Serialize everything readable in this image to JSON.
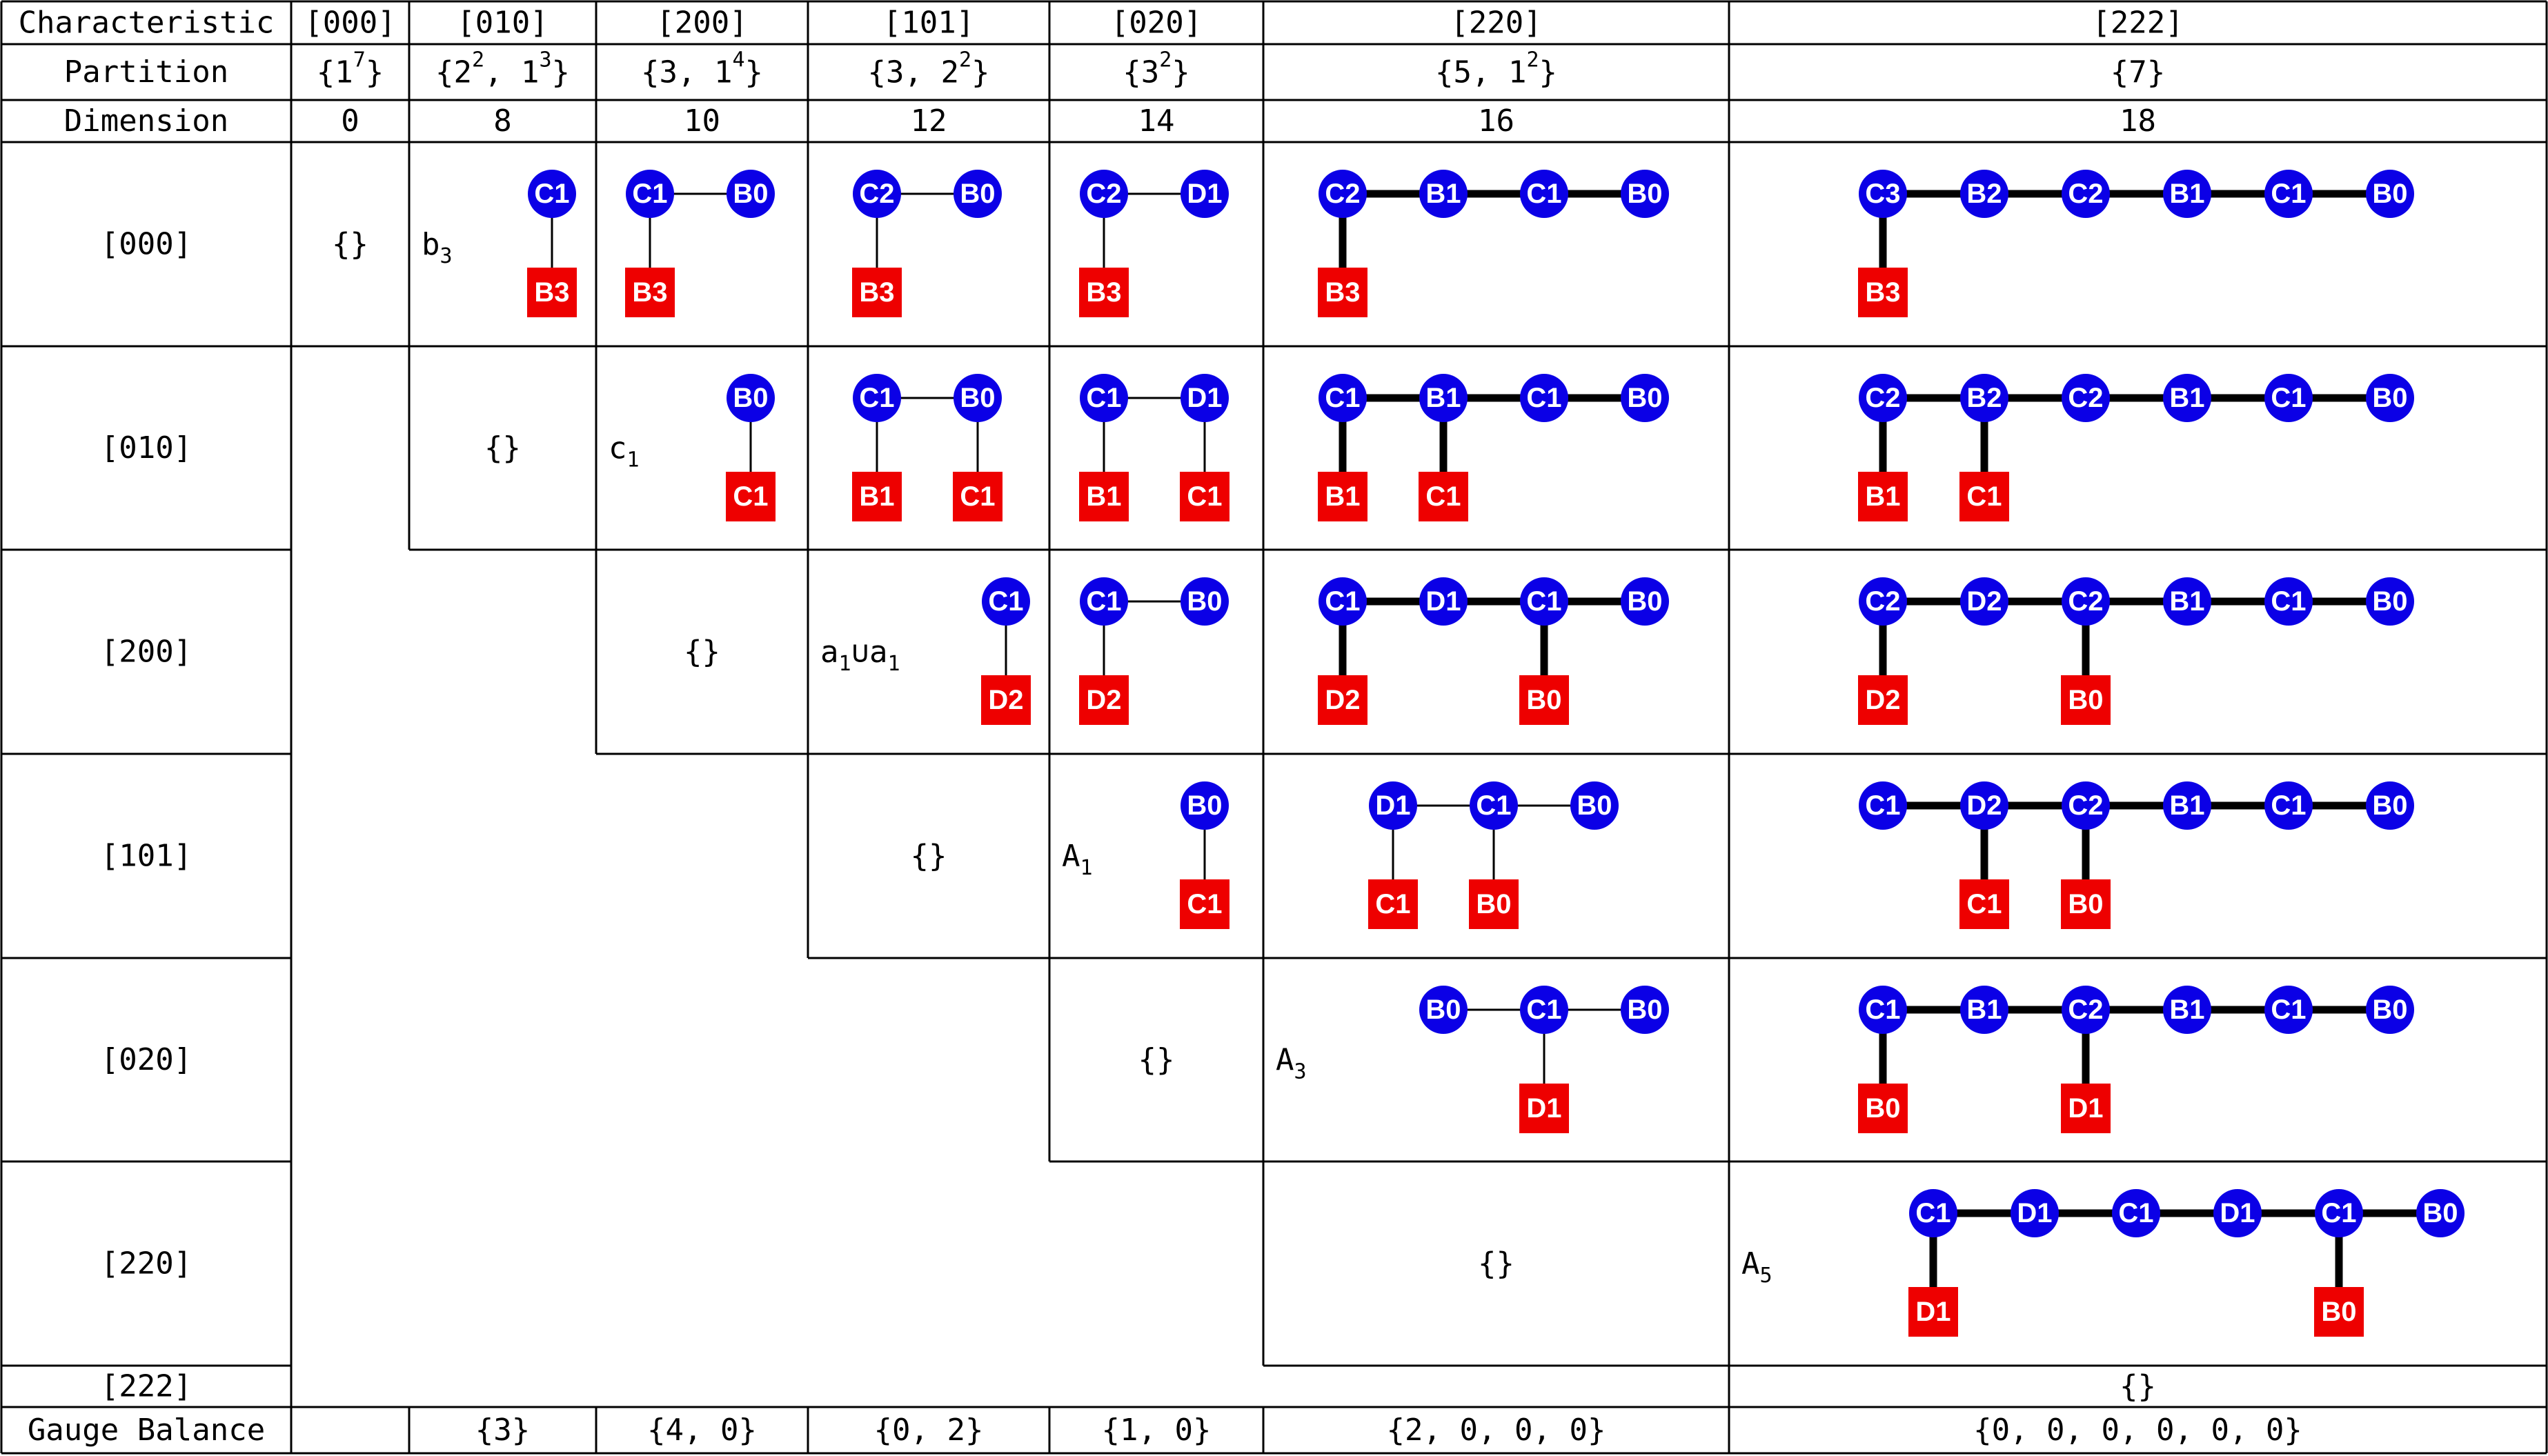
{
  "colors": {
    "circle_node": "#0b00e6",
    "square_node": "#ee0000",
    "node_text": "#ffffff",
    "edge": "#000000",
    "grid": "#000000"
  },
  "header": {
    "row_labels": [
      "Characteristic",
      "Partition",
      "Dimension"
    ],
    "characteristic": [
      "[000]",
      "[010]",
      "[200]",
      "[101]",
      "[020]",
      "[220]",
      "[222]"
    ],
    "partition": [
      {
        "base": "{1",
        "sup": "7",
        "tail": "}"
      },
      {
        "base": "{2",
        "sup": "2",
        "mid": ", 1",
        "sup2": "3",
        "tail": "}"
      },
      {
        "base": "{3, 1",
        "sup": "4",
        "tail": "}"
      },
      {
        "base": "{3, 2",
        "sup": "2",
        "tail": "}"
      },
      {
        "base": "{3",
        "sup": "2",
        "tail": "}"
      },
      {
        "base": "{5, 1",
        "sup": "2",
        "tail": "}"
      },
      {
        "base": "{7}"
      }
    ],
    "dimension": [
      "0",
      "8",
      "10",
      "12",
      "14",
      "16",
      "18"
    ]
  },
  "row_labels": [
    "[000]",
    "[010]",
    "[200]",
    "[101]",
    "[020]",
    "[220]",
    "[222]"
  ],
  "footer": {
    "label": "Gauge Balance",
    "values": [
      "",
      "{3}",
      "{4, 0}",
      "{0, 2}",
      "{1, 0}",
      "{2, 0, 0, 0}",
      "{0, 0, 0, 0, 0, 0}"
    ]
  },
  "diag_cells": [
    {
      "row": 0,
      "col": 0,
      "text": "{}"
    },
    {
      "row": 1,
      "col": 1,
      "text": "{}"
    },
    {
      "row": 2,
      "col": 2,
      "text": "{}"
    },
    {
      "row": 3,
      "col": 3,
      "text": "{}"
    },
    {
      "row": 4,
      "col": 4,
      "text": "{}"
    },
    {
      "row": 5,
      "col": 5,
      "text": "{}"
    },
    {
      "row": 6,
      "col": 6,
      "text": "{}"
    }
  ],
  "algebra_labels": [
    {
      "row": 0,
      "col": 1,
      "base": "b",
      "sub": "3"
    },
    {
      "row": 1,
      "col": 2,
      "base": "c",
      "sub": "1"
    },
    {
      "row": 2,
      "col": 3,
      "base": "a",
      "sub": "1",
      "mid": "∪a",
      "sub2": "1"
    },
    {
      "row": 3,
      "col": 4,
      "base": "A",
      "sub": "1"
    },
    {
      "row": 4,
      "col": 5,
      "base": "A",
      "sub": "3"
    },
    {
      "row": 5,
      "col": 6,
      "base": "A",
      "sub": "5"
    }
  ],
  "quivers": [
    {
      "row": 0,
      "col": 1,
      "thick": false,
      "top": [
        "C1"
      ],
      "bottom": [
        [
          "B3",
          0
        ]
      ]
    },
    {
      "row": 0,
      "col": 2,
      "thick": false,
      "top": [
        "C1",
        "B0"
      ],
      "bottom": [
        [
          "B3",
          0
        ]
      ]
    },
    {
      "row": 0,
      "col": 3,
      "thick": false,
      "top": [
        "C2",
        "B0"
      ],
      "bottom": [
        [
          "B3",
          0
        ]
      ]
    },
    {
      "row": 0,
      "col": 4,
      "thick": false,
      "top": [
        "C2",
        "D1"
      ],
      "bottom": [
        [
          "B3",
          0
        ]
      ]
    },
    {
      "row": 0,
      "col": 5,
      "thick": true,
      "top": [
        "C2",
        "B1",
        "C1",
        "B0"
      ],
      "bottom": [
        [
          "B3",
          0
        ]
      ]
    },
    {
      "row": 0,
      "col": 6,
      "thick": true,
      "top": [
        "C3",
        "B2",
        "C2",
        "B1",
        "C1",
        "B0"
      ],
      "bottom": [
        [
          "B3",
          0
        ]
      ]
    },
    {
      "row": 1,
      "col": 2,
      "thick": false,
      "top": [
        "B0"
      ],
      "bottom": [
        [
          "C1",
          0
        ]
      ]
    },
    {
      "row": 1,
      "col": 3,
      "thick": false,
      "top": [
        "C1",
        "B0"
      ],
      "bottom": [
        [
          "B1",
          0
        ],
        [
          "C1",
          1
        ]
      ]
    },
    {
      "row": 1,
      "col": 4,
      "thick": false,
      "top": [
        "C1",
        "D1"
      ],
      "bottom": [
        [
          "B1",
          0
        ],
        [
          "C1",
          1
        ]
      ]
    },
    {
      "row": 1,
      "col": 5,
      "thick": true,
      "top": [
        "C1",
        "B1",
        "C1",
        "B0"
      ],
      "bottom": [
        [
          "B1",
          0
        ],
        [
          "C1",
          1
        ]
      ]
    },
    {
      "row": 1,
      "col": 6,
      "thick": true,
      "top": [
        "C2",
        "B2",
        "C2",
        "B1",
        "C1",
        "B0"
      ],
      "bottom": [
        [
          "B1",
          0
        ],
        [
          "C1",
          1
        ]
      ]
    },
    {
      "row": 2,
      "col": 3,
      "thick": false,
      "top": [
        "C1"
      ],
      "bottom": [
        [
          "D2",
          0
        ]
      ]
    },
    {
      "row": 2,
      "col": 4,
      "thick": false,
      "top": [
        "C1",
        "B0"
      ],
      "bottom": [
        [
          "D2",
          0
        ]
      ]
    },
    {
      "row": 2,
      "col": 5,
      "thick": true,
      "top": [
        "C1",
        "D1",
        "C1",
        "B0"
      ],
      "bottom": [
        [
          "D2",
          0
        ],
        [
          "B0",
          2
        ]
      ]
    },
    {
      "row": 2,
      "col": 6,
      "thick": true,
      "top": [
        "C2",
        "D2",
        "C2",
        "B1",
        "C1",
        "B0"
      ],
      "bottom": [
        [
          "D2",
          0
        ],
        [
          "B0",
          2
        ]
      ]
    },
    {
      "row": 3,
      "col": 4,
      "thick": false,
      "top": [
        "B0"
      ],
      "bottom": [
        [
          "C1",
          0
        ]
      ]
    },
    {
      "row": 3,
      "col": 5,
      "thick": false,
      "top": [
        "D1",
        "C1",
        "B0"
      ],
      "bottom": [
        [
          "C1",
          0
        ],
        [
          "B0",
          1
        ]
      ]
    },
    {
      "row": 3,
      "col": 6,
      "thick": true,
      "top": [
        "C1",
        "D2",
        "C2",
        "B1",
        "C1",
        "B0"
      ],
      "bottom": [
        [
          "C1",
          1
        ],
        [
          "B0",
          2
        ]
      ]
    },
    {
      "row": 4,
      "col": 5,
      "thick": false,
      "top": [
        "B0",
        "C1",
        "B0"
      ],
      "bottom": [
        [
          "D1",
          1
        ]
      ]
    },
    {
      "row": 4,
      "col": 6,
      "thick": true,
      "top": [
        "C1",
        "B1",
        "C2",
        "B1",
        "C1",
        "B0"
      ],
      "bottom": [
        [
          "B0",
          0
        ],
        [
          "D1",
          2
        ]
      ]
    },
    {
      "row": 5,
      "col": 6,
      "thick": true,
      "top": [
        "C1",
        "D1",
        "C1",
        "D1",
        "C1",
        "B0"
      ],
      "bottom": [
        [
          "D1",
          0
        ],
        [
          "B0",
          4
        ]
      ]
    }
  ]
}
